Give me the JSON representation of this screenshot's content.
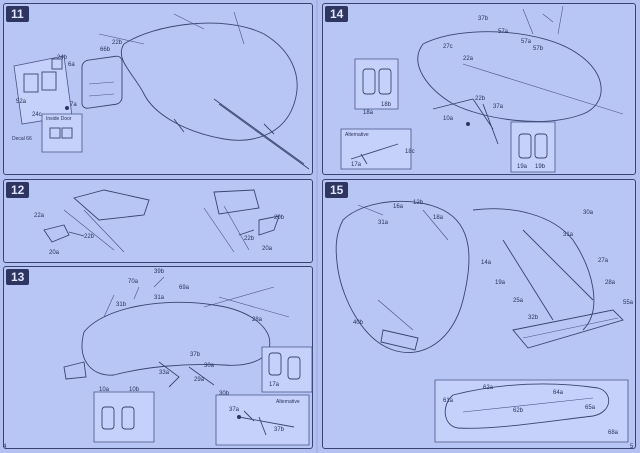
{
  "steps": {
    "s11": {
      "num": "11",
      "labels": [
        "22b",
        "66b",
        "24b",
        "52a",
        "7a",
        "24c",
        "6a"
      ],
      "inset_top": "Inside Door",
      "inset_left": "Decal 66"
    },
    "s12": {
      "num": "12",
      "labels": [
        "22a",
        "22b",
        "20a",
        "20b",
        "22b",
        "20a"
      ]
    },
    "s13": {
      "num": "13",
      "labels": [
        "39b",
        "70a",
        "31b",
        "69a",
        "28a",
        "31a",
        "30a",
        "37b",
        "10a",
        "10b",
        "33a",
        "29a",
        "30b",
        "17a",
        "37a",
        "37b"
      ],
      "inset_title": "Alternative"
    },
    "s14": {
      "num": "14",
      "labels": [
        "37b",
        "57a",
        "27c",
        "22a",
        "57b",
        "57a",
        "18a",
        "18b",
        "22b",
        "37a",
        "10a",
        "17a",
        "19a",
        "19b",
        "18c"
      ],
      "inset_title": "Alternative"
    },
    "s15": {
      "num": "15",
      "labels": [
        "16a",
        "12b",
        "31a",
        "18a",
        "14a",
        "19a",
        "25a",
        "32b",
        "30a",
        "31a",
        "27a",
        "28a",
        "55a",
        "40b",
        "61a",
        "62a",
        "62b",
        "64a",
        "65a",
        "68a"
      ]
    }
  },
  "page_marks": {
    "left": "4",
    "right": "5"
  }
}
